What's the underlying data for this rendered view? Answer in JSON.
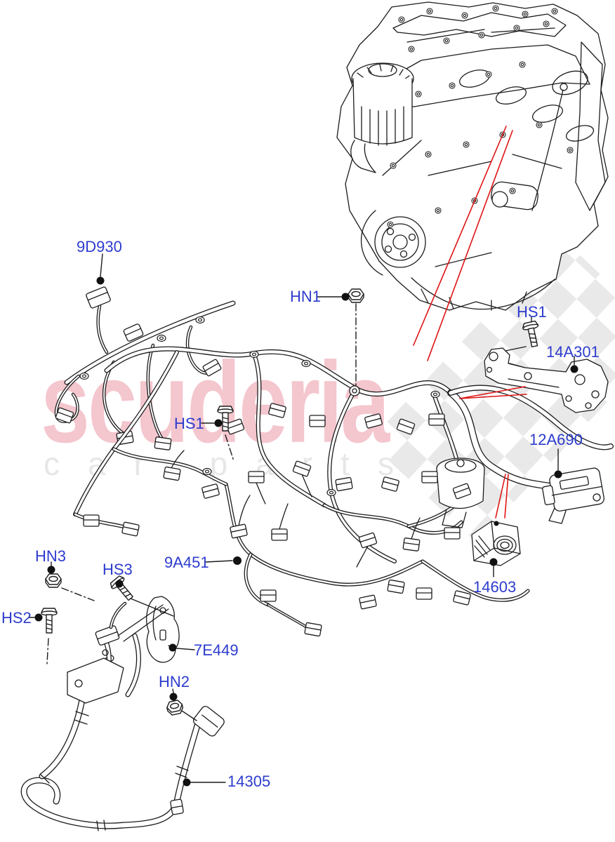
{
  "watermark": {
    "brand": "scuderia",
    "tagline": "car parts"
  },
  "colors": {
    "label_blue": "#2d3ccd",
    "reference_red": "#de1414",
    "line_art": "#1c1c1c",
    "watermark_pink": "#f4c6ce",
    "watermark_gray": "#e7e7e7",
    "checker_gray": "#e9e9e9",
    "background": "#ffffff"
  },
  "callouts": [
    {
      "id": "9D930",
      "label": "9D930"
    },
    {
      "id": "HN1",
      "label": "HN1"
    },
    {
      "id": "HS1_top",
      "label": "HS1"
    },
    {
      "id": "14A301",
      "label": "14A301"
    },
    {
      "id": "12A690",
      "label": "12A690"
    },
    {
      "id": "HS1_mid",
      "label": "HS1"
    },
    {
      "id": "9A451",
      "label": "9A451"
    },
    {
      "id": "14603",
      "label": "14603"
    },
    {
      "id": "HN3",
      "label": "HN3"
    },
    {
      "id": "HS3",
      "label": "HS3"
    },
    {
      "id": "HS2",
      "label": "HS2"
    },
    {
      "id": "7E449",
      "label": "7E449"
    },
    {
      "id": "HN2",
      "label": "HN2"
    },
    {
      "id": "14305",
      "label": "14305"
    }
  ]
}
